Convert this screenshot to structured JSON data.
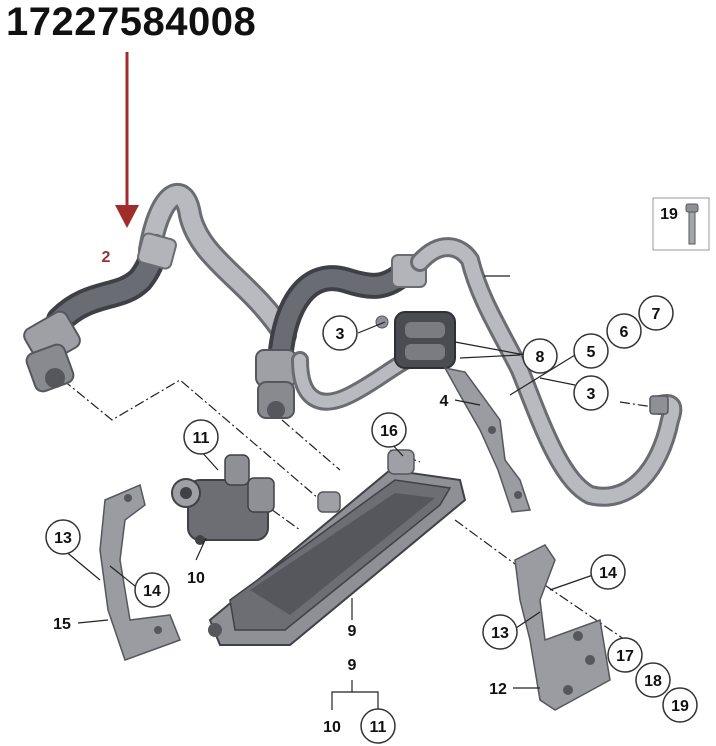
{
  "header": {
    "part_number": "17227584008"
  },
  "colors": {
    "arrow": "#a02c2c",
    "highlight_label": "#9b3030",
    "hose_dark": "#5c5e66",
    "hose_light": "#a9abb0",
    "metal": "#8e9096",
    "metal_dark": "#5a5c62"
  },
  "labels": {
    "highlight": "2",
    "c3a": "3",
    "c3b": "3",
    "c4": "4",
    "c5": "5",
    "c6": "6",
    "c7": "7",
    "c8": "8",
    "c9": "9",
    "c9b": "9",
    "c10": "10",
    "c10b": "10",
    "c11a": "11",
    "c11b": "11",
    "c12": "12",
    "c13a": "13",
    "c13b": "13",
    "c14a": "14",
    "c14b": "14",
    "c15": "15",
    "c16": "16",
    "c17": "17",
    "c18": "18",
    "c19": "19",
    "c19box": "19"
  }
}
